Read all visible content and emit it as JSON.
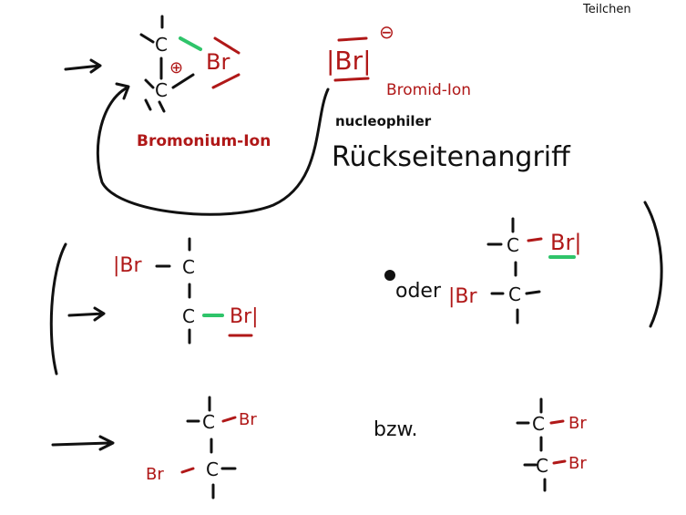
{
  "colors": {
    "ink": "#111111",
    "red": "#b01818",
    "green": "#2fc46a"
  },
  "header": {
    "corner_text": "Teilchen"
  },
  "top": {
    "atom_c": "C",
    "charge_plus": "⊕",
    "bromonium_atom": "Br",
    "bromonium_label": "Bromonium-Ion",
    "bromide_formula": "|Br|",
    "bromide_charge": "⊖",
    "bromide_label": "Bromid-Ion",
    "nucleophiler": "nucleophiler",
    "rueckseitenangriff": "Rückseitenangriff"
  },
  "middle": {
    "left": {
      "br_top": "|Br",
      "c_top": "C",
      "c_bottom": "C",
      "br_bottom": "Br|"
    },
    "oder": "oder",
    "right": {
      "c_top": "C",
      "br_top": "Br|",
      "br_bottom": "|Br",
      "c_bottom": "C"
    }
  },
  "bottom": {
    "left": {
      "c_top": "C",
      "br_top": "Br",
      "c_bottom": "C",
      "br_bottom": "Br"
    },
    "bzw": "bzw.",
    "right": {
      "c_top": "C",
      "br_top": "Br",
      "c_bottom": "C",
      "br_bottom": "Br"
    }
  }
}
